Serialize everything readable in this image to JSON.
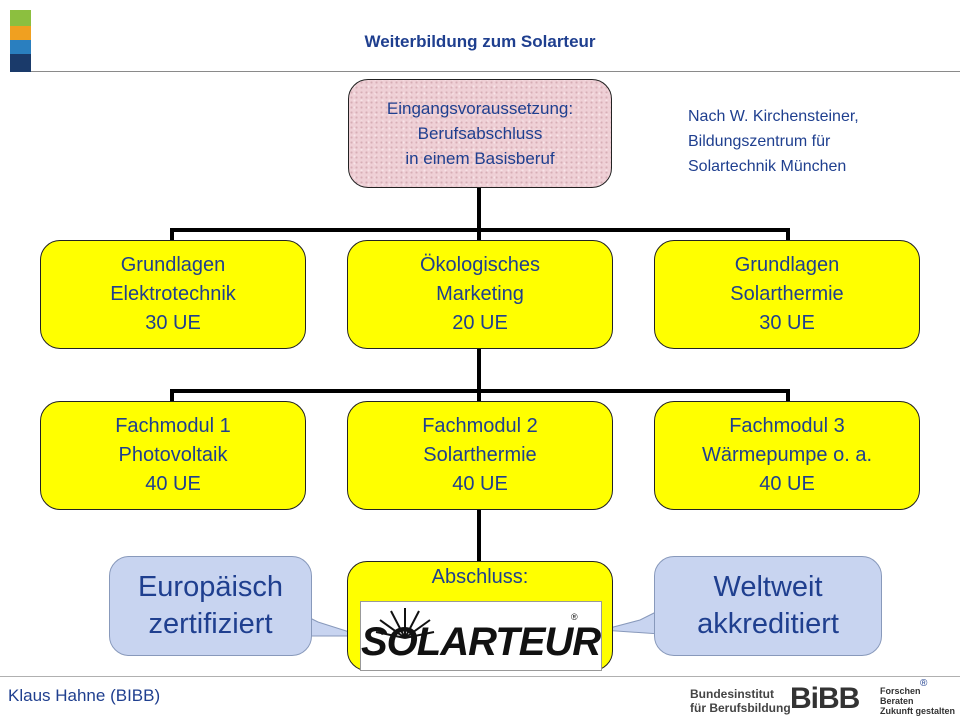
{
  "title": "Weiterbildung zum Solarteur",
  "colors": {
    "accent": "#1f3f8f",
    "box_yellow": "#ffff00",
    "bubble_blue": "#c8d4f0",
    "stripe_green": "#8cbf3f",
    "stripe_orange": "#f0a020",
    "stripe_blue": "#2a7fbf",
    "stripe_navy": "#1a3a6a"
  },
  "top_box": {
    "line1": "Eingangsvoraussetzung:",
    "line2": "Berufsabschluss",
    "line3": "in einem Basisberuf"
  },
  "source_note": {
    "line1": "Nach W. Kirchensteiner,",
    "line2": "Bildungszentrum für",
    "line3": "Solartechnik München"
  },
  "row1": [
    {
      "line1": "Grundlagen",
      "line2": "Elektrotechnik",
      "line3": "30 UE"
    },
    {
      "line1": "Ökologisches",
      "line2": "Marketing",
      "line3": "20 UE"
    },
    {
      "line1": "Grundlagen",
      "line2": "Solarthermie",
      "line3": "30 UE"
    }
  ],
  "row2": [
    {
      "line1": "Fachmodul 1",
      "line2": "Photovoltaik",
      "line3": "40 UE"
    },
    {
      "line1": "Fachmodul 2",
      "line2": "Solarthermie",
      "line3": "40 UE"
    },
    {
      "line1": "Fachmodul 3",
      "line2": "Wärmepumpe o. a.",
      "line3": "40 UE"
    }
  ],
  "final_box": {
    "label": "Abschluss:",
    "logo_text": "SOLARTEUR",
    "logo_reg": "®"
  },
  "bubble_left": {
    "line1": "Europäisch",
    "line2": "zertifiziert"
  },
  "bubble_right": {
    "line1": "Weltweit",
    "line2": "akkreditiert"
  },
  "footer": {
    "author": "Klaus Hahne (BIBB)",
    "reg": "®",
    "institute_line1": "Bundesinstitut",
    "institute_line2": "für Berufsbildung",
    "brand": "BiBB",
    "slogan1": "Forschen",
    "slogan2": "Beraten",
    "slogan3": "Zukunft gestalten"
  }
}
